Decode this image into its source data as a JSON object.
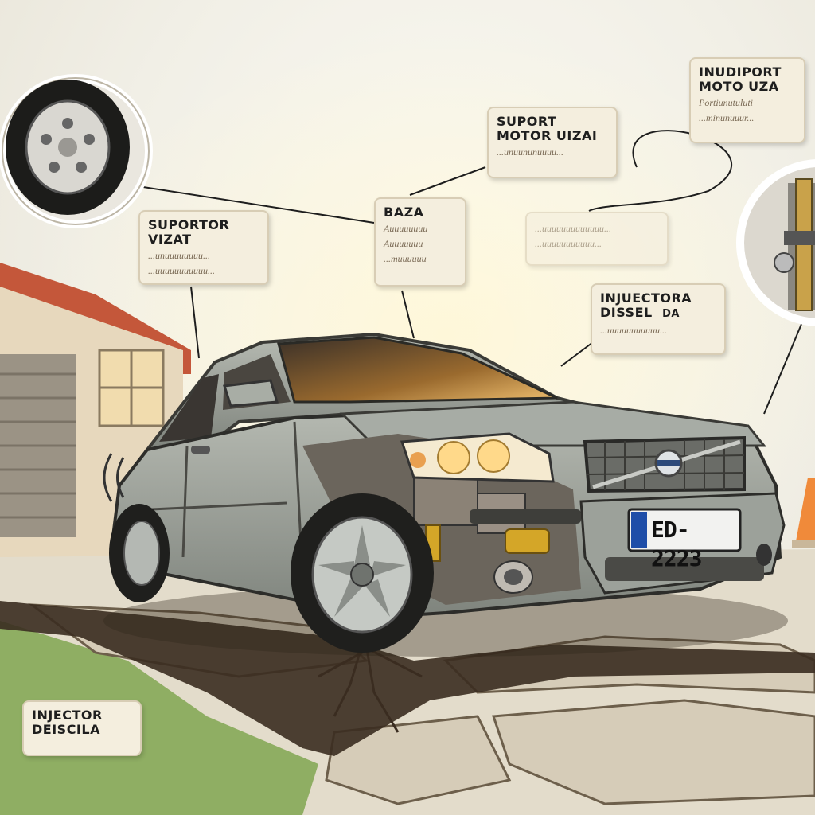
{
  "callouts": {
    "top_right": {
      "title_line1": "INUDIPORT",
      "title_line2": "MOTO UZA",
      "scribble_line1": "Portiunutuluti",
      "scribble_line2": "...minunuuur..."
    },
    "support_motor": {
      "title_line1": "SUPORT",
      "title_line2": "MOTOR UIZAI",
      "scribble_line1": "...unuununuuuu..."
    },
    "baza": {
      "title": "BAZA",
      "scribble_line1": "Auuuuuuuu",
      "scribble_line2": "Auuuuuuu",
      "scribble_line3": "...muuuuuu"
    },
    "left_support": {
      "title_line1": "SUPORTOR",
      "title_line2": "VIZAT",
      "scribble_line1": "...unuuuuuuuu...",
      "scribble_line2": "...uuuuuuuuuuu..."
    },
    "faded": {
      "scribble_line1": "...uuuuuuuuuuuuu...",
      "scribble_line2": "...uuuuuuuuuuu..."
    },
    "injectora": {
      "title_line1": "INJUECTORA",
      "title_line2": "DISSEL",
      "title_suffix": "DA",
      "scribble_line1": "...uuuuuuuuuuu..."
    },
    "bottom_left": {
      "title_line1": "INJECTOR",
      "title_line2": "DEISCILA"
    }
  },
  "plate": {
    "country": "EU",
    "number": "ED-2223"
  },
  "colors": {
    "car_body": "#9ea39c",
    "headlight": "#ffd98a",
    "crack": "#3a2c20",
    "ground": "#cfc6b4",
    "callout_bg": "#f4eede"
  },
  "icons": [
    "wheel-inset-icon",
    "injector-inset-icon",
    "volvo-logo-icon"
  ]
}
